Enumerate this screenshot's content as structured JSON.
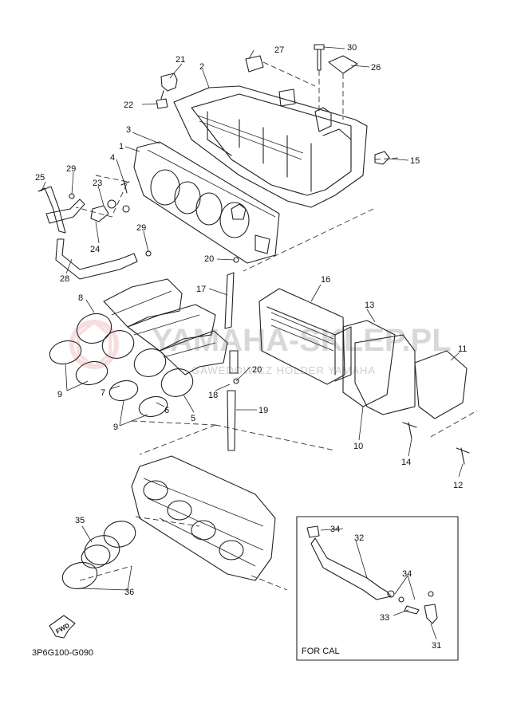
{
  "diagram": {
    "callouts": [
      {
        "id": "c1",
        "text": "1"
      },
      {
        "id": "c2",
        "text": "2"
      },
      {
        "id": "c3",
        "text": "3"
      },
      {
        "id": "c4",
        "text": "4"
      },
      {
        "id": "c5",
        "text": "5"
      },
      {
        "id": "c6",
        "text": "6"
      },
      {
        "id": "c7",
        "text": "7"
      },
      {
        "id": "c8",
        "text": "8"
      },
      {
        "id": "c9a",
        "text": "9"
      },
      {
        "id": "c9b",
        "text": "9"
      },
      {
        "id": "c10",
        "text": "10"
      },
      {
        "id": "c11",
        "text": "11"
      },
      {
        "id": "c12",
        "text": "12"
      },
      {
        "id": "c13",
        "text": "13"
      },
      {
        "id": "c14",
        "text": "14"
      },
      {
        "id": "c15",
        "text": "15"
      },
      {
        "id": "c16",
        "text": "16"
      },
      {
        "id": "c17",
        "text": "17"
      },
      {
        "id": "c18",
        "text": "18"
      },
      {
        "id": "c19",
        "text": "19"
      },
      {
        "id": "c20a",
        "text": "20"
      },
      {
        "id": "c20b",
        "text": "20"
      },
      {
        "id": "c21",
        "text": "21"
      },
      {
        "id": "c22",
        "text": "22"
      },
      {
        "id": "c23",
        "text": "23"
      },
      {
        "id": "c24",
        "text": "24"
      },
      {
        "id": "c25",
        "text": "25"
      },
      {
        "id": "c26",
        "text": "26"
      },
      {
        "id": "c27",
        "text": "27"
      },
      {
        "id": "c28",
        "text": "28"
      },
      {
        "id": "c29a",
        "text": "29"
      },
      {
        "id": "c29b",
        "text": "29"
      },
      {
        "id": "c30",
        "text": "30"
      },
      {
        "id": "c31",
        "text": "31"
      },
      {
        "id": "c32",
        "text": "32"
      },
      {
        "id": "c33",
        "text": "33"
      },
      {
        "id": "c34a",
        "text": "34"
      },
      {
        "id": "c34b",
        "text": "34"
      },
      {
        "id": "c35",
        "text": "35"
      },
      {
        "id": "c36",
        "text": "36"
      }
    ],
    "inset_label": "FOR CAL",
    "fwd_label": "FWD",
    "diagram_code": "3P6G100-G090",
    "watermark": {
      "main": "YAMAHA-SKLEP.PL",
      "sub": "GAWEDOWICZ HOLDER YAMAHA"
    },
    "colors": {
      "ink": "#222222",
      "watermark": "#d8d8d8",
      "logo": "#f2c4c4"
    }
  }
}
